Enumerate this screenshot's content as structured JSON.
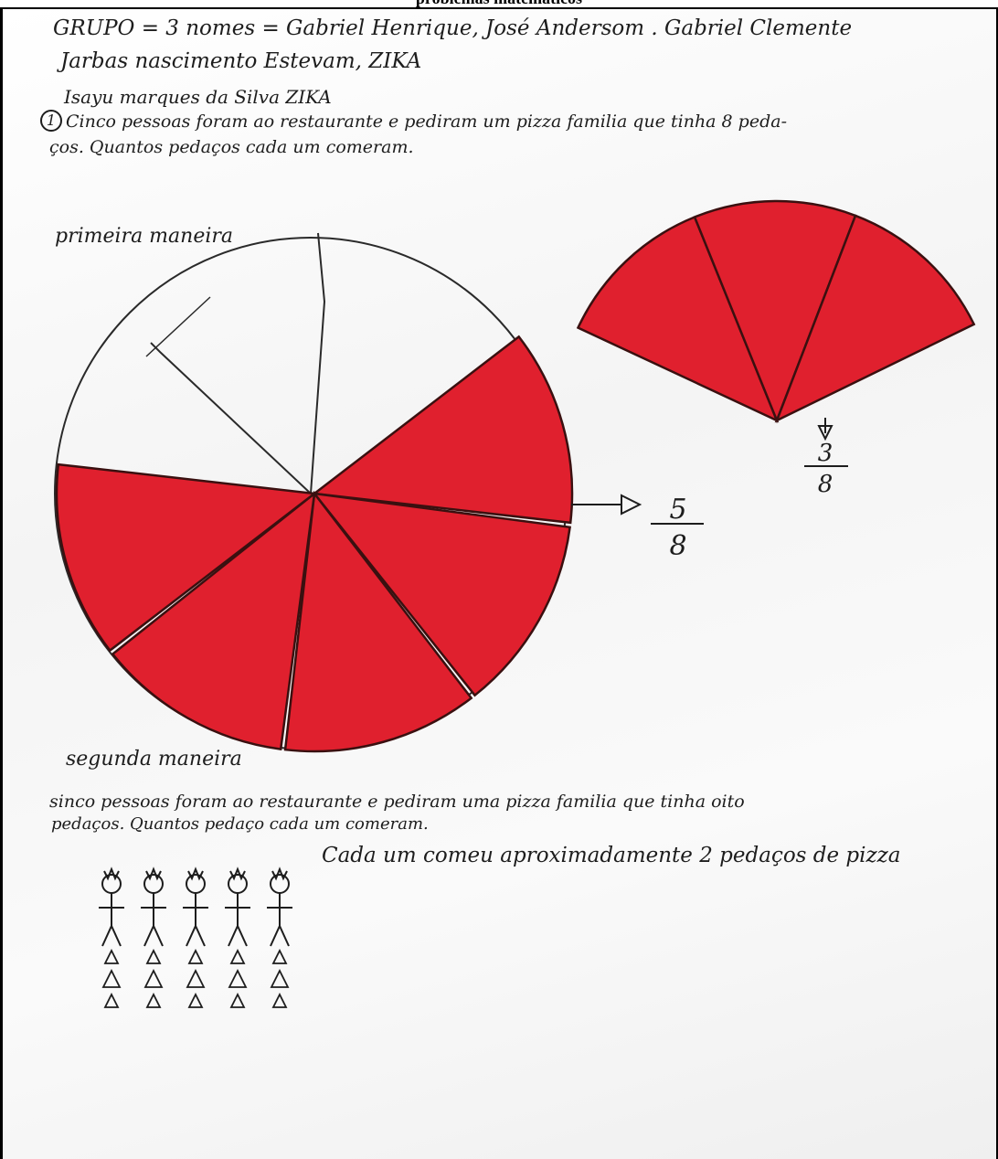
{
  "document": {
    "title": "problemas matemáticos"
  },
  "header": {
    "line1": "GRUPO = 3  nomes = Gabriel Henrique, José Andersom . Gabriel Clemente",
    "line2": "Jarbas nascimento Estevam, ZIKA",
    "line3": "Isayu marques da Silva ZIKA"
  },
  "problem": {
    "number": "1",
    "text_line1": "Cinco pessoas foram ao restaurante e pediram um pizza familia que tinha 8 peda-",
    "text_line2": "ços. Quantos pedaços cada um comeram."
  },
  "first_way": {
    "label": "primeira maneira",
    "eaten_fraction": {
      "numerator": "5",
      "denominator": "8"
    },
    "leftover_fraction": {
      "numerator": "3",
      "denominator": "8"
    },
    "total_slices": 8,
    "eaten_slices": 5,
    "leftover_slices": 3
  },
  "second_way": {
    "label": "segunda maneira",
    "text_line1": "sinco pessoas foram ao restaurante e pediram uma pizza familia que tinha oito",
    "text_line2": "pedaços. Quantos pedaço cada um comeram.",
    "answer": "Cada um comeu aproximadamente 2 pedaços de pizza",
    "people_count": 5
  },
  "colors": {
    "felt_red": "#e0202e",
    "ink": "#1d1d1d",
    "paper": "#f6f6f6"
  }
}
